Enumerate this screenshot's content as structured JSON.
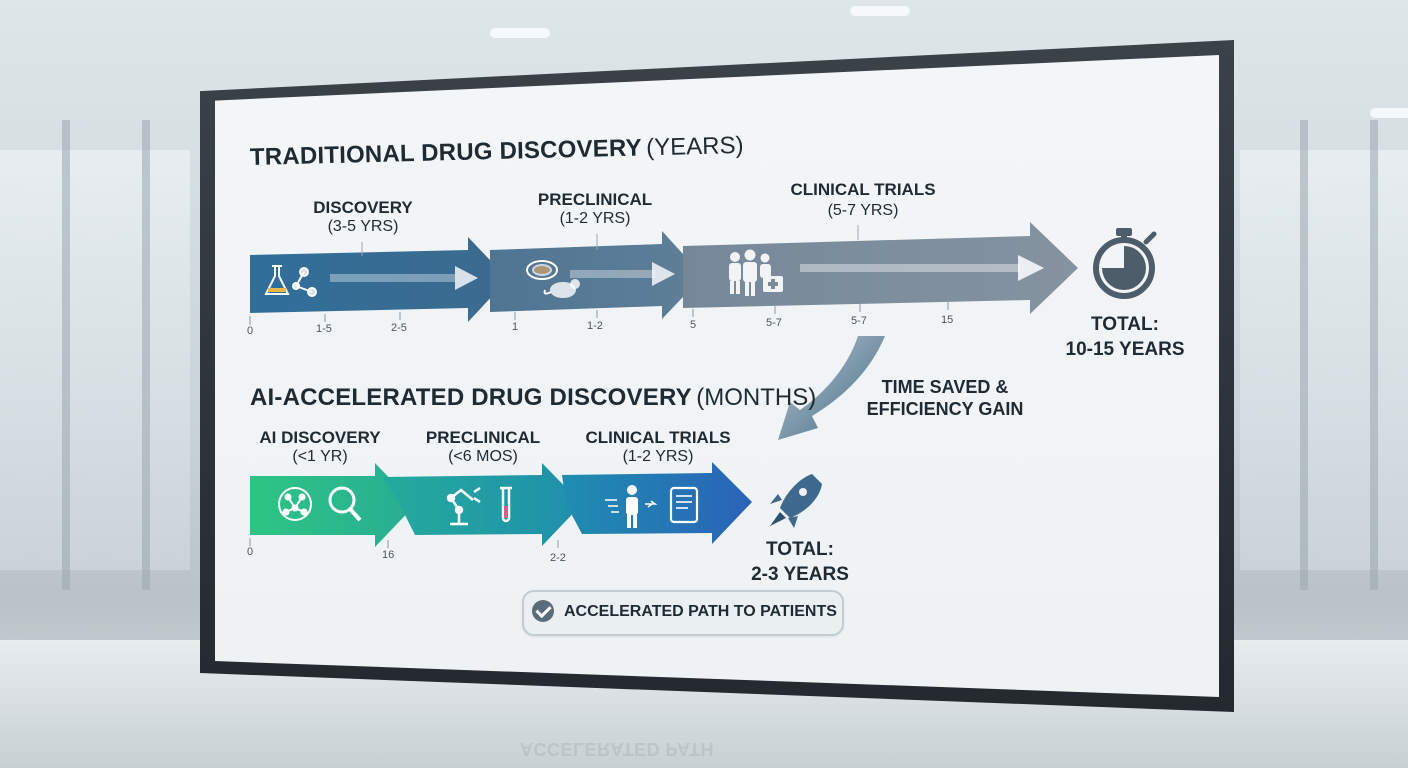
{
  "traditional": {
    "title": "TRADITIONAL DRUG DISCOVERY",
    "unit": "(YEARS)",
    "stages": [
      {
        "title": "DISCOVERY",
        "duration": "(3-5 YRS)"
      },
      {
        "title": "PRECLINICAL",
        "duration": "(1-2 YRS)"
      },
      {
        "title": "CLINICAL TRIALS",
        "duration": "(5-7 YRS)"
      }
    ],
    "ticks": [
      "0",
      "1-5",
      "2-5",
      "1",
      "1-2",
      "5",
      "5-7",
      "5-7",
      "15"
    ],
    "total_label": "TOTAL:",
    "total_value": "10-15 YEARS"
  },
  "ai": {
    "title": "AI-ACCELERATED DRUG DISCOVERY",
    "unit": "(MONTHS)",
    "stages": [
      {
        "title": "AI DISCOVERY",
        "duration": "(<1 YR)"
      },
      {
        "title": "PRECLINICAL",
        "duration": "(<6 MOS)"
      },
      {
        "title": "CLINICAL TRIALS",
        "duration": "(1-2 YRS)"
      }
    ],
    "ticks": [
      "0",
      "16",
      "2-2"
    ],
    "total_label": "TOTAL:",
    "total_value": "2-3 YEARS"
  },
  "savings": {
    "line1": "TIME SAVED &",
    "line2": "EFFICIENCY GAIN"
  },
  "badge": {
    "text": "ACCELERATED PATH TO PATIENTS",
    "icon": "check-circle-icon"
  },
  "reflection_text": "ACCELERATED PATH",
  "colors": {
    "traditional_start": "#2f6f9a",
    "traditional_end": "#7f8e99",
    "ai_green": "#2fbf86",
    "ai_teal": "#1f9aa3",
    "ai_blue": "#2a6fb6",
    "text": "#1f2a33"
  }
}
